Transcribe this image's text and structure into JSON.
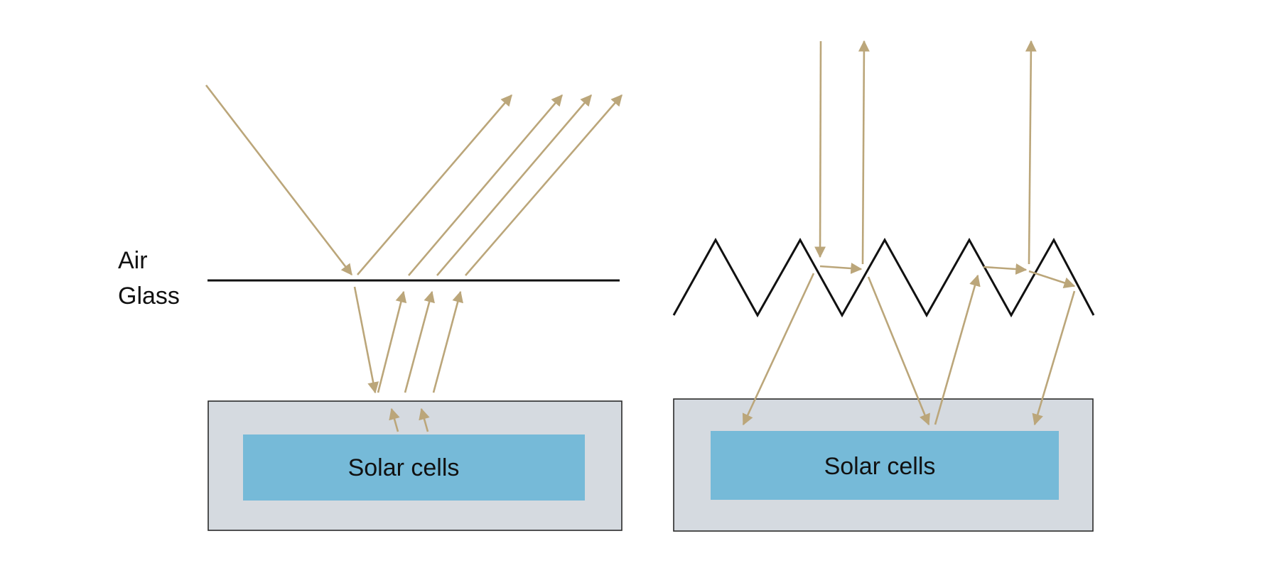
{
  "labels": {
    "air": "Air",
    "glass": "Glass",
    "left_cells": "Solar cells",
    "right_cells": "Solar cells"
  },
  "colors": {
    "ray": "#bba67a",
    "panel_fill": "#d5dae0",
    "cell_fill": "#76bad8",
    "surface": "#111111",
    "text": "#111111",
    "background": "#ffffff"
  }
}
